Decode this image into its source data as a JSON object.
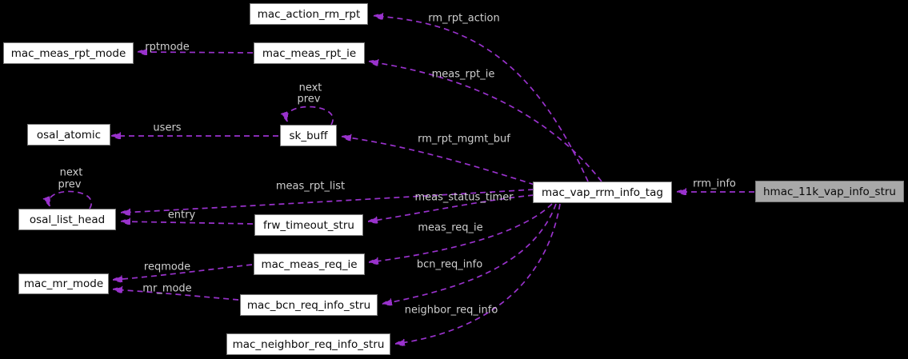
{
  "diagram": {
    "type": "collaboration-graph",
    "colors": {
      "background": "#000000",
      "edge": "#9932cc",
      "edge_label": "#cfcfcf",
      "node_fill": "#ffffff",
      "node_border": "#787878",
      "highlight_node_fill": "#a8a8a8",
      "node_text": "#0a0a0a"
    },
    "nodes": [
      {
        "id": "mac_action_rm_rpt",
        "label": "mac_action_rm_rpt"
      },
      {
        "id": "mac_meas_rpt_mode",
        "label": "mac_meas_rpt_mode"
      },
      {
        "id": "mac_meas_rpt_ie",
        "label": "mac_meas_rpt_ie"
      },
      {
        "id": "osal_atomic",
        "label": "osal_atomic"
      },
      {
        "id": "sk_buff",
        "label": "sk_buff"
      },
      {
        "id": "osal_list_head",
        "label": "osal_list_head"
      },
      {
        "id": "frw_timeout_stru",
        "label": "frw_timeout_stru"
      },
      {
        "id": "mac_meas_req_ie",
        "label": "mac_meas_req_ie"
      },
      {
        "id": "mac_mr_mode",
        "label": "mac_mr_mode"
      },
      {
        "id": "mac_bcn_req_info_stru",
        "label": "mac_bcn_req_info_stru"
      },
      {
        "id": "mac_neighbor_req_info_stru",
        "label": "mac_neighbor_req_info_stru"
      },
      {
        "id": "mac_vap_rrm_info_tag",
        "label": "mac_vap_rrm_info_tag"
      },
      {
        "id": "hmac_11k_vap_info_stru",
        "label": "hmac_11k_vap_info_stru"
      }
    ],
    "edge_labels": [
      {
        "id": "rm_rpt_action",
        "text": "rm_rpt_action"
      },
      {
        "id": "meas_rpt_ie",
        "text": "meas_rpt_ie"
      },
      {
        "id": "rm_rpt_mgmt_buf",
        "text": "rm_rpt_mgmt_buf"
      },
      {
        "id": "users",
        "text": "users"
      },
      {
        "id": "skbuff_next",
        "text": "next"
      },
      {
        "id": "skbuff_prev",
        "text": "prev"
      },
      {
        "id": "rptmode",
        "text": "rptmode"
      },
      {
        "id": "meas_rpt_list",
        "text": "meas_rpt_list"
      },
      {
        "id": "meas_status_timer",
        "text": "meas_status_timer"
      },
      {
        "id": "list_next",
        "text": "next"
      },
      {
        "id": "list_prev",
        "text": "prev"
      },
      {
        "id": "entry",
        "text": "entry"
      },
      {
        "id": "meas_req_ie",
        "text": "meas_req_ie"
      },
      {
        "id": "bcn_req_info",
        "text": "bcn_req_info"
      },
      {
        "id": "neighbor_req_info",
        "text": "neighbor_req_info"
      },
      {
        "id": "reqmode",
        "text": "reqmode"
      },
      {
        "id": "mr_mode",
        "text": "mr_mode"
      },
      {
        "id": "rrm_info",
        "text": "rrm_info"
      }
    ]
  }
}
